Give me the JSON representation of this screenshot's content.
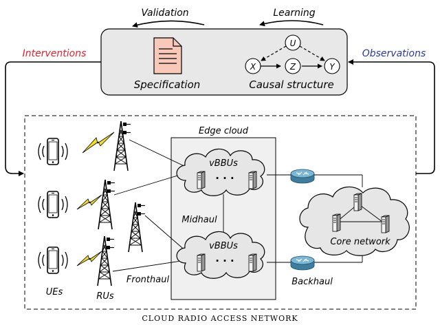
{
  "top": {
    "validation_label": "Validation",
    "learning_label": "Learning",
    "interventions_label": "Interventions",
    "observations_label": "Observations",
    "specification_label": "Specification",
    "causal_structure_label": "Causal structure",
    "nodes": {
      "u": "U",
      "x": "X",
      "z": "Z",
      "y": "Y"
    }
  },
  "network": {
    "edge_cloud_label": "Edge cloud",
    "vbbus_label": "vBBUs",
    "ellipsis": "· · ·",
    "midhaul_label": "Midhaul",
    "fronthaul_label": "Fronthaul",
    "backhaul_label": "Backhaul",
    "core_network_label": "Core network",
    "ues_label": "UEs",
    "rus_label": "RUs",
    "caption": "CLOUD RADIO ACCESS NETWORK"
  },
  "colors": {
    "interventions": "#e8202a",
    "observations": "#2a3a9c",
    "top_box_fill": "#e8e8e8",
    "cloud_fill": "#e6e6e6",
    "document_fill": "#f8c8b8",
    "router_fill": "#6aa8c8"
  }
}
